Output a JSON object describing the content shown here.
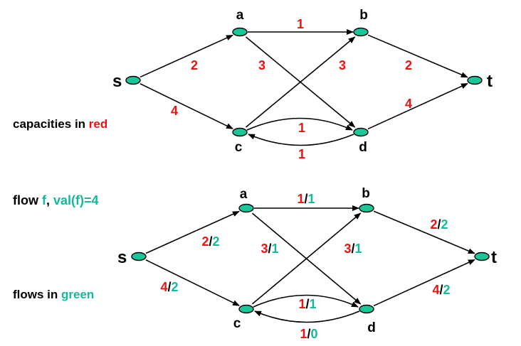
{
  "colors": {
    "capacity": "#ee1111",
    "flow": "#11bb99",
    "node_fill": "#19c79b",
    "edge": "#000000"
  },
  "captions": {
    "capacities": {
      "prefix": "capacities in ",
      "highlight": "red"
    },
    "flow": {
      "part1": "flow ",
      "f": "f",
      "part2": ", ",
      "val": "val(f)=4"
    },
    "flows": {
      "prefix": "flows in ",
      "highlight": "green"
    }
  },
  "node_names": [
    "s",
    "a",
    "b",
    "c",
    "d",
    "t"
  ],
  "top_graph": {
    "edges": [
      {
        "from": "a",
        "to": "b",
        "capacity": "1"
      },
      {
        "from": "s",
        "to": "a",
        "capacity": "2"
      },
      {
        "from": "a",
        "to": "d",
        "capacity": "3"
      },
      {
        "from": "c",
        "to": "b",
        "capacity": "3"
      },
      {
        "from": "b",
        "to": "t",
        "capacity": "2"
      },
      {
        "from": "s",
        "to": "c",
        "capacity": "4"
      },
      {
        "from": "c",
        "to": "d",
        "capacity": "1"
      },
      {
        "from": "d",
        "to": "c",
        "capacity": "1"
      },
      {
        "from": "d",
        "to": "t",
        "capacity": "4"
      }
    ]
  },
  "bottom_graph": {
    "edges": [
      {
        "from": "a",
        "to": "b",
        "capacity": "1",
        "flow": "1"
      },
      {
        "from": "s",
        "to": "a",
        "capacity": "2",
        "flow": "2"
      },
      {
        "from": "a",
        "to": "d",
        "capacity": "3",
        "flow": "1"
      },
      {
        "from": "c",
        "to": "b",
        "capacity": "3",
        "flow": "1"
      },
      {
        "from": "b",
        "to": "t",
        "capacity": "2",
        "flow": "2"
      },
      {
        "from": "s",
        "to": "c",
        "capacity": "4",
        "flow": "2"
      },
      {
        "from": "c",
        "to": "d",
        "capacity": "1",
        "flow": "1"
      },
      {
        "from": "d",
        "to": "c",
        "capacity": "1",
        "flow": "0"
      },
      {
        "from": "d",
        "to": "t",
        "capacity": "4",
        "flow": "2"
      }
    ]
  }
}
